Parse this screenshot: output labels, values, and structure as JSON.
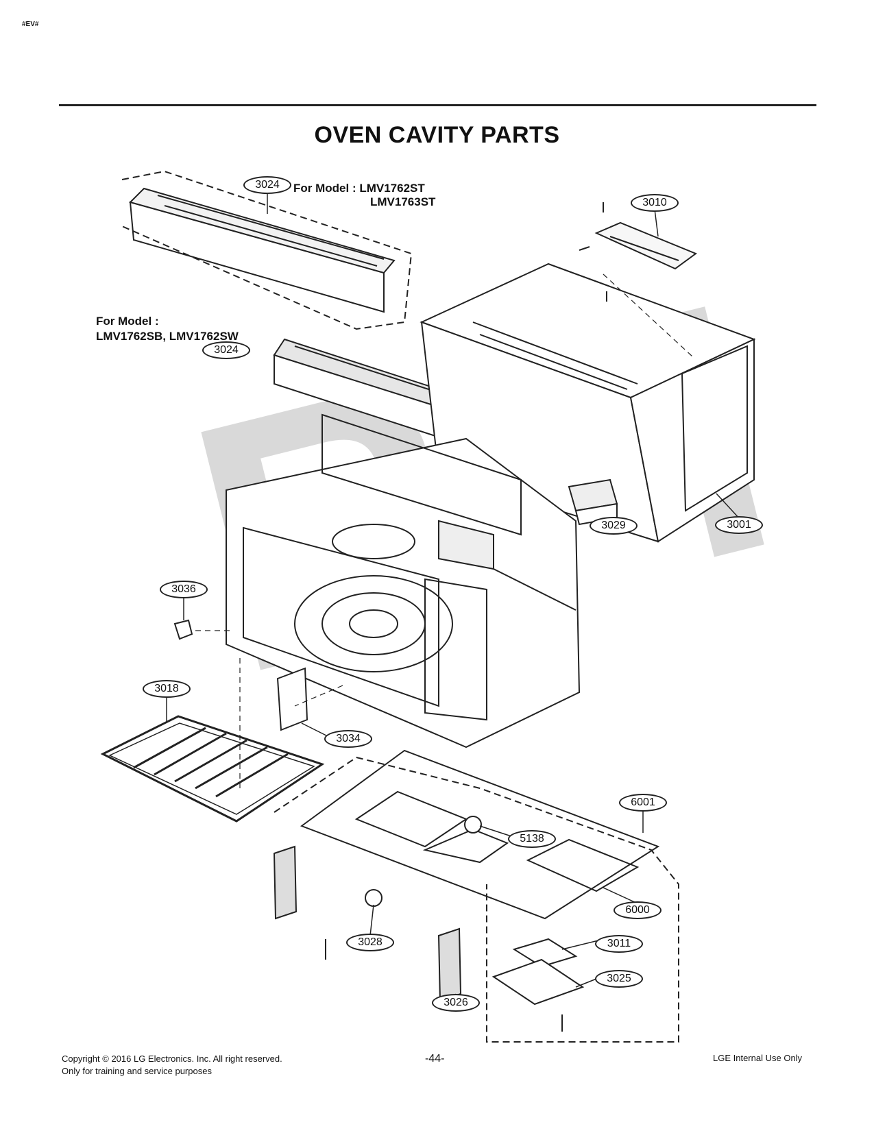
{
  "header": {
    "doc_code": "#EV#",
    "title": "OVEN CAVITY PARTS"
  },
  "notes": {
    "top_model_label": "For Model : LMV1762ST",
    "top_model_line2": "LMV1763ST",
    "left_model_label": "For Model :",
    "left_model_line2": "LMV1762SB, LMV1762SW"
  },
  "callouts": {
    "c3024_top": "3024",
    "c3024_left": "3024",
    "c3010": "3010",
    "c3001": "3001",
    "c3029": "3029",
    "c3036": "3036",
    "c3018": "3018",
    "c3034": "3034",
    "c6001": "6001",
    "c5138": "5138",
    "c6000": "6000",
    "c3028": "3028",
    "c3011": "3011",
    "c3025": "3025",
    "c3026": "3026"
  },
  "watermark": "RPI",
  "footer": {
    "copyright": "Copyright © 2016 LG Electronics. Inc. All right reserved.",
    "training": "Only for training and service purposes",
    "page": "-44-",
    "internal": "LGE Internal Use Only"
  }
}
